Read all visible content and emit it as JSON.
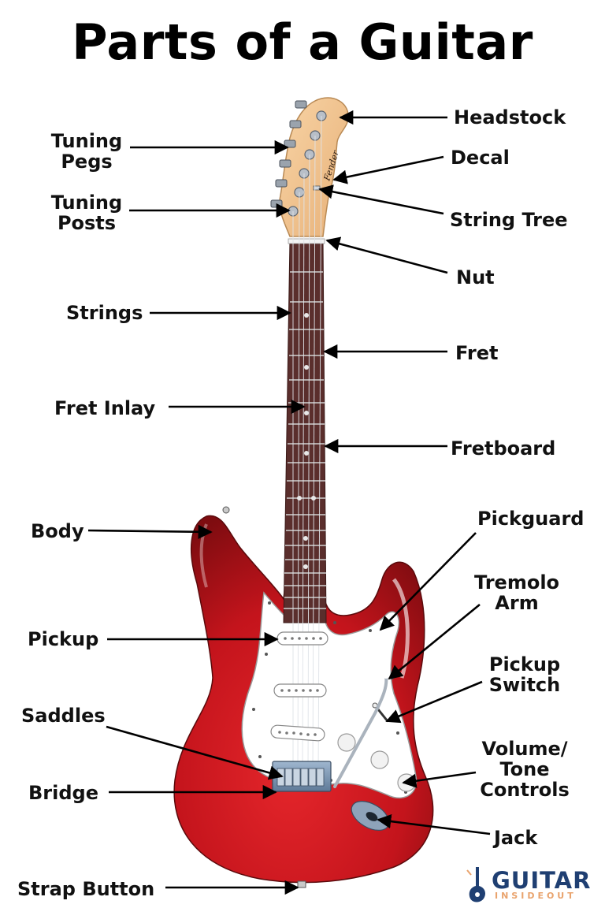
{
  "title": "Parts of a Guitar",
  "labels": {
    "headstock": "Headstock",
    "tuning_pegs": [
      "Tuning",
      "Pegs"
    ],
    "decal": "Decal",
    "tuning_posts": [
      "Tuning",
      "Posts"
    ],
    "string_tree": "String Tree",
    "nut": "Nut",
    "strings": "Strings",
    "fret": "Fret",
    "fret_inlay": "Fret Inlay",
    "fretboard": "Fretboard",
    "body": "Body",
    "pickguard": "Pickguard",
    "tremolo_arm": [
      "Tremolo",
      "Arm"
    ],
    "pickup": "Pickup",
    "pickup_switch": [
      "Pickup",
      "Switch"
    ],
    "saddles": "Saddles",
    "volume_tone": [
      "Volume/",
      "Tone",
      "Controls"
    ],
    "bridge": "Bridge",
    "jack": "Jack",
    "strap_button": "Strap Button"
  },
  "logo": {
    "main": "GUITAR",
    "sub": "INSIDEOUT"
  },
  "colors": {
    "body_red": "#c4141c",
    "body_dark": "#7e0c10",
    "headstock": "#f2c48e",
    "fretboard": "#5a2e2c",
    "pickguard": "#ffffff",
    "logo_blue": "#1f3f72",
    "logo_orange": "#e9a36d"
  }
}
